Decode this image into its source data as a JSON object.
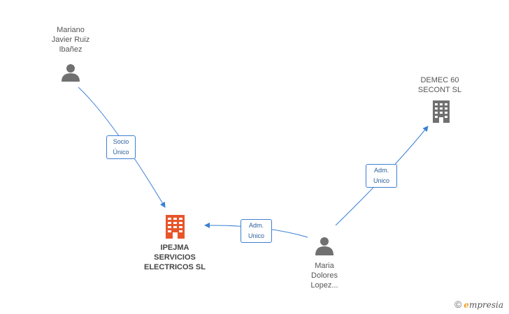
{
  "nodes": {
    "mariano": {
      "lines": [
        "Mariano",
        "Javier Ruiz",
        "Ibañez"
      ],
      "icon": "person-icon"
    },
    "demec": {
      "lines": [
        "DEMEC 60",
        "SECONT SL"
      ],
      "icon": "building-icon"
    },
    "ipejma": {
      "lines": [
        "IPEJMA",
        "SERVICIOS",
        "ELECTRICOS SL"
      ],
      "icon": "building-icon"
    },
    "maria": {
      "lines": [
        "Maria",
        "Dolores",
        "Lopez..."
      ],
      "icon": "person-icon"
    }
  },
  "edges": {
    "socio": {
      "lines": [
        "Socio",
        "Único"
      ]
    },
    "adm1": {
      "lines": [
        "Adm.",
        "Unico"
      ]
    },
    "adm2": {
      "lines": [
        "Adm.",
        "Unico"
      ]
    }
  },
  "brand": {
    "copyright": "©",
    "first": "e",
    "rest": "mpresia"
  },
  "colors": {
    "edge": "#3b7fd4",
    "person": "#707070",
    "building_main": "#e8552a",
    "building_other": "#707070"
  }
}
